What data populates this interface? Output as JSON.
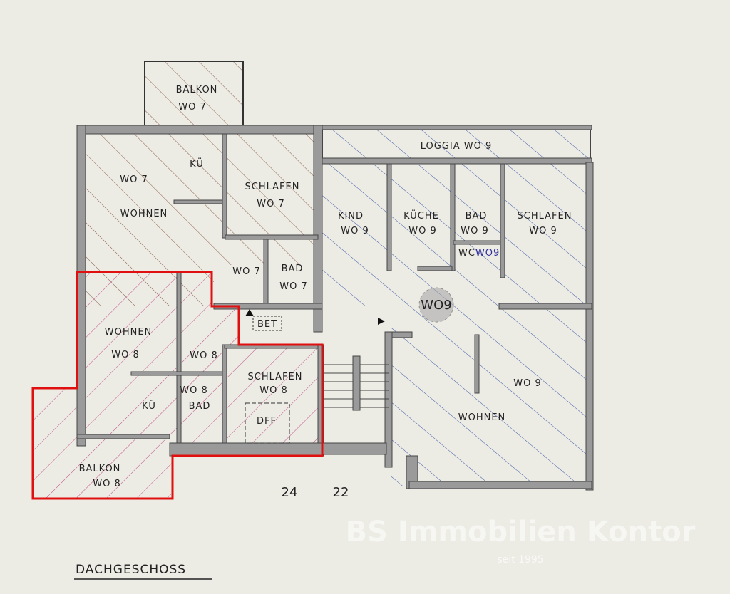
{
  "title": "DACHGESCHOSS",
  "house_numbers": [
    "24",
    "22"
  ],
  "watermark": {
    "name": "BS Immobilien Kontor",
    "since": "seit 1995"
  },
  "highlight_color": "#e01010",
  "hatch_colors": {
    "wo7": "#8a5a4a",
    "wo8": "#c0508a",
    "wo9": "#3a5aa8"
  },
  "wo7": {
    "balkon": {
      "name": "BALKON",
      "unit": "WO 7"
    },
    "kueche": {
      "name": "KÜ"
    },
    "wohnen": {
      "name": "WOHNEN",
      "unit": "WO 7"
    },
    "schlafen": {
      "name": "SCHLAFEN",
      "unit": "WO 7"
    },
    "flur": {
      "unit": "WO 7"
    },
    "bad": {
      "name": "BAD",
      "unit": "WO 7"
    }
  },
  "wo8": {
    "wohnen": {
      "name": "WOHNEN",
      "unit": "WO 8"
    },
    "flur": {
      "unit": "WO 8"
    },
    "kueche": {
      "name": "KÜ"
    },
    "bad": {
      "name": "BAD",
      "unit": "WO 8"
    },
    "schlafen": {
      "name": "SCHLAFEN",
      "unit": "WO 8"
    },
    "dff": "DFF",
    "balkon": {
      "name": "BALKON",
      "unit": "WO 8"
    }
  },
  "wo9": {
    "loggia": {
      "name": "LOGGIA",
      "unit": "WO 9"
    },
    "kind": {
      "name": "KIND",
      "unit": "WO 9"
    },
    "kueche": {
      "name": "KÜCHE",
      "unit": "WO 9"
    },
    "bad": {
      "name": "BAD",
      "unit": "WO 9"
    },
    "wc": {
      "name": "WC",
      "unit": "WO9"
    },
    "schlafen": {
      "name": "SCHLAFEN",
      "unit": "WO 9"
    },
    "stamp": "WO9",
    "wohnen": {
      "name": "WOHNEN",
      "unit": "WO 9"
    }
  },
  "stair_label": "BET"
}
